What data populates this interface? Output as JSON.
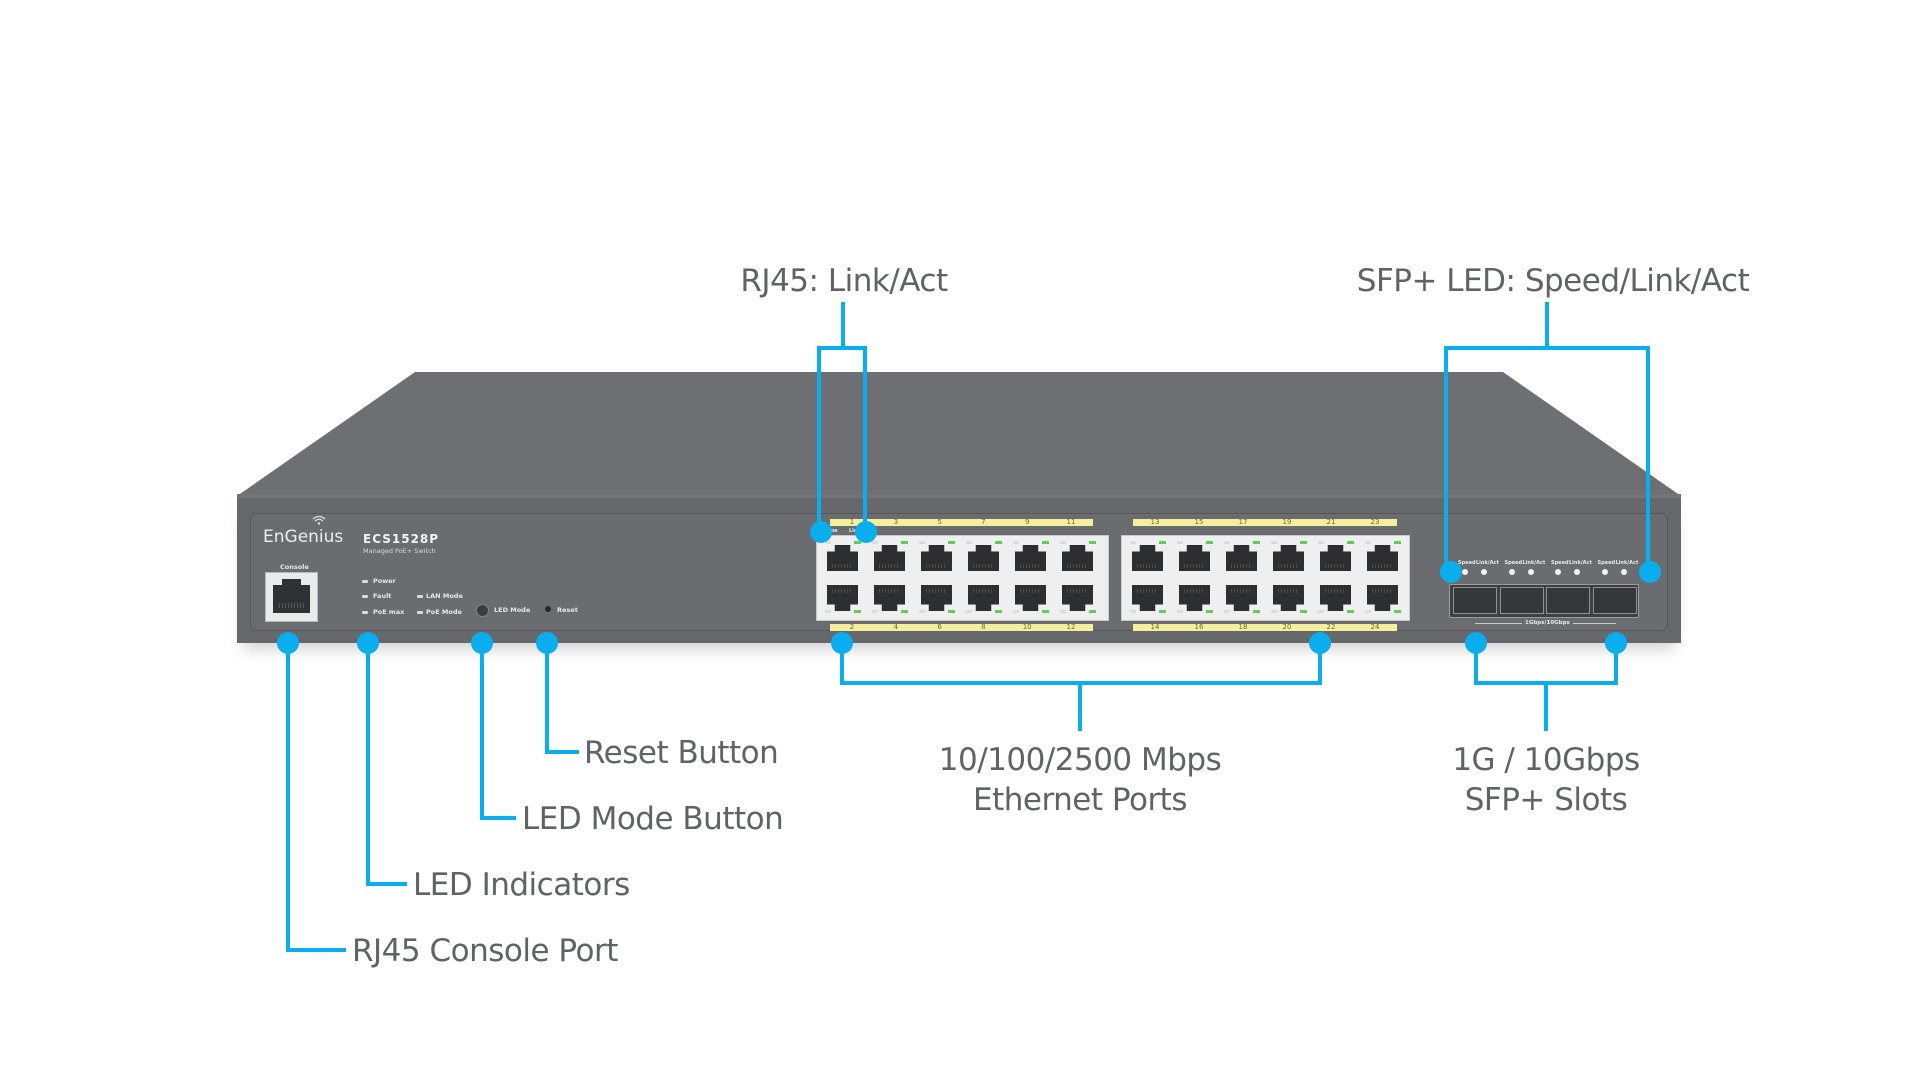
{
  "device": {
    "brand": "EnGenius",
    "model": "ECS1528P",
    "model_subtitle": "Managed PoE+ Switch",
    "console_label": "Console",
    "led_labels": {
      "power": "Power",
      "fault": "Fault",
      "poe_max": "PoE max",
      "lan_mode": "LAN Mode",
      "poe_mode": "PoE Mode"
    },
    "led_mode_button_label": "LED Mode",
    "reset_button_label": "Reset",
    "rj45_top_numbers": [
      "1",
      "3",
      "5",
      "7",
      "9",
      "11",
      "13",
      "15",
      "17",
      "19",
      "21",
      "23"
    ],
    "rj45_bottom_numbers": [
      "2",
      "4",
      "6",
      "8",
      "10",
      "12",
      "14",
      "16",
      "18",
      "20",
      "22",
      "24"
    ],
    "rj45_led_labels": [
      "Spe",
      "Lin"
    ],
    "sfp_led_labels": {
      "speed": "Speed",
      "link_act": "Link/Act"
    },
    "sfp_speed_label": "1Gbps/10Gbps",
    "sfp_slot_count": 4
  },
  "callouts": {
    "rj45_link_act": "RJ45: Link/Act",
    "sfp_led": "SFP+ LED: Speed/Link/Act",
    "reset_button": "Reset Button",
    "led_mode_button": "LED Mode Button",
    "led_indicators": "LED Indicators",
    "rj45_console_port": "RJ45 Console Port",
    "ethernet_ports_line1": "10/100/2500 Mbps",
    "ethernet_ports_line2": "Ethernet Ports",
    "sfp_slots_line1": "1G / 10Gbps",
    "sfp_slots_line2": "SFP+ Slots"
  },
  "colors": {
    "callout_accent": "#0aaeef",
    "chassis": "#66686c",
    "port_number_strip": "#f3ef9c",
    "link_led": "#5fcd57"
  }
}
